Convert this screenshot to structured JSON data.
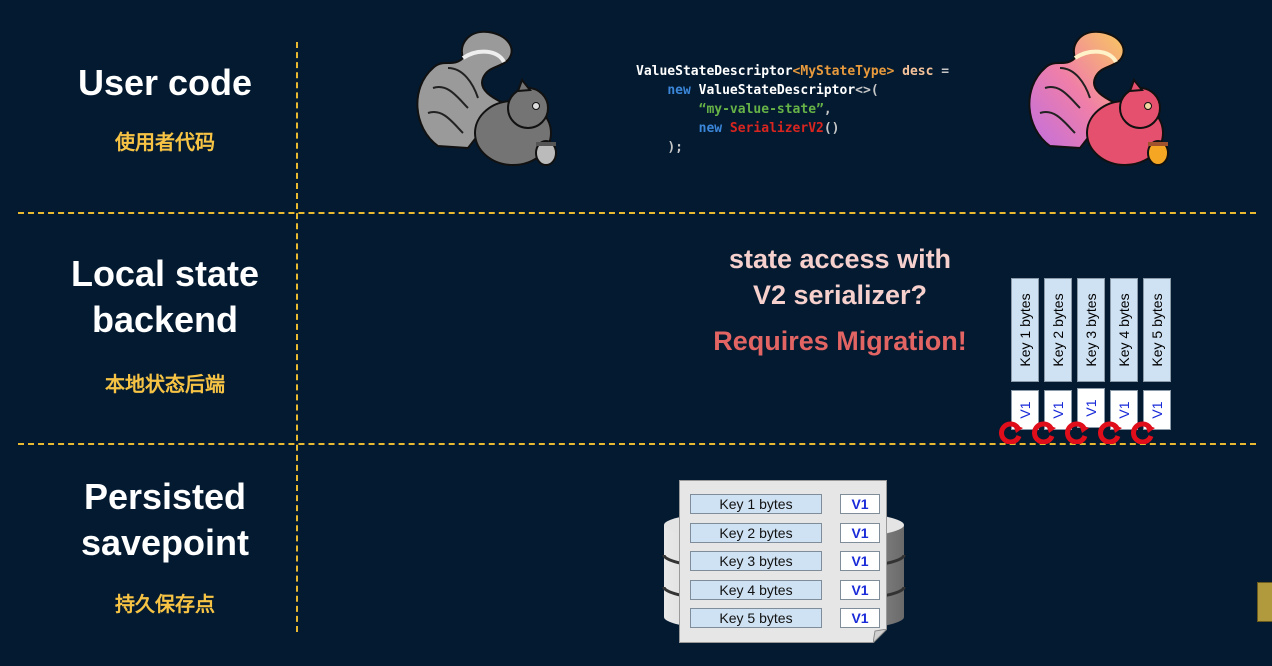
{
  "rows": [
    {
      "title": "User code",
      "subtitle": "使用者代码"
    },
    {
      "title_lines": [
        "Local state",
        "backend"
      ],
      "subtitle": "本地状态后端"
    },
    {
      "title_lines": [
        "Persisted",
        "savepoint"
      ],
      "subtitle": "持久保存点"
    }
  ],
  "code": {
    "line1": {
      "class": "ValueStateDescriptor",
      "lt": "<",
      "type": "MyStateType",
      "gt": ">",
      "var": " desc",
      "eq": " ="
    },
    "line2": {
      "kw": "new",
      "class": " ValueStateDescriptor",
      "rest": "<>("
    },
    "line3": {
      "str": "“my-value-state”",
      "comma": ","
    },
    "line4": {
      "kw": "new",
      "ser": " SerializerV2",
      "paren": "()"
    },
    "line5": {
      "close": ");"
    }
  },
  "question": {
    "line1": "state access with",
    "line2": "V2 serializer?"
  },
  "migration": "Requires Migration!",
  "local_state": {
    "columns": [
      {
        "key": "Key 1 bytes",
        "version": "V1"
      },
      {
        "key": "Key 2 bytes",
        "version": "V1"
      },
      {
        "key": "Key 3 bytes",
        "version": "V1"
      },
      {
        "key": "Key 4 bytes",
        "version": "V1"
      },
      {
        "key": "Key 5 bytes",
        "version": "V1"
      }
    ]
  },
  "savepoint": {
    "rows": [
      {
        "key": "Key 1 bytes",
        "version": "V1"
      },
      {
        "key": "Key 2 bytes",
        "version": "V1"
      },
      {
        "key": "Key 3 bytes",
        "version": "V1"
      },
      {
        "key": "Key 4 bytes",
        "version": "V1"
      },
      {
        "key": "Key 5 bytes",
        "version": "V1"
      }
    ]
  },
  "colors": {
    "background": "#031a31",
    "divider": "#e8b830",
    "subtitle": "#f6c344",
    "question": "#f6d0cd",
    "migration": "#e26463",
    "version_text": "#1a2bd8",
    "key_fill": "#cfe2f3"
  }
}
